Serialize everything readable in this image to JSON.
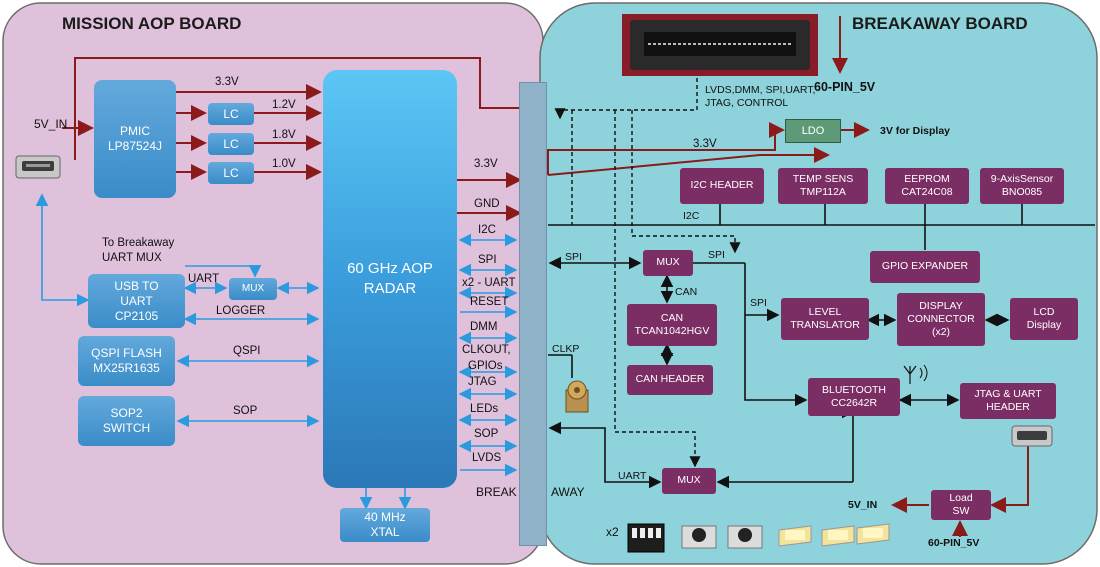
{
  "left_board": {
    "title": "MISSION AOP BOARD",
    "input_label": "5V_IN",
    "pmic": {
      "line1": "PMIC",
      "line2": "LP87524J"
    },
    "lc_boxes": [
      "LC",
      "LC",
      "LC"
    ],
    "rails": [
      "3.3V",
      "1.2V",
      "1.8V",
      "1.0V"
    ],
    "radar": {
      "line1": "60 GHz AOP",
      "line2": "RADAR"
    },
    "to_breakaway": {
      "line1": "To Breakaway",
      "line2": "UART MUX"
    },
    "usb_uart": {
      "line1": "USB TO",
      "line2": "UART",
      "line3": "CP2105"
    },
    "mux_label": "MUX",
    "uart_label": "UART",
    "logger_label": "LOGGER",
    "qspi_flash": {
      "line1": "QSPI FLASH",
      "line2": "MX25R1635"
    },
    "qspi_label": "QSPI",
    "sop2": {
      "line1": "SOP2",
      "line2": "SWITCH"
    },
    "sop_label": "SOP",
    "xtal": {
      "line1": "40 MHz",
      "line2": "XTAL"
    },
    "radar_signals": [
      "3.3V",
      "GND",
      "I2C",
      "SPI",
      "x2 - UART",
      "RESET",
      "DMM",
      "CLKOUT,",
      "GPIOs",
      "JTAG",
      "LEDs",
      "SOP",
      "LVDS"
    ],
    "break_label": "BREAK"
  },
  "right_board": {
    "title": "BREAKAWAY BOARD",
    "away_label": "AWAY",
    "connector_label": "60-PIN_5V",
    "connector_signals": {
      "line1": "LVDS,DMM, SPI,UART,",
      "line2": "JTAG, CONTROL"
    },
    "ldo": "LDO",
    "ldo_out": "3V for Display",
    "rail_33": "3.3V",
    "i2c_header": "I2C HEADER",
    "temp_sens": {
      "line1": "TEMP SENS",
      "line2": "TMP112A"
    },
    "eeprom": {
      "line1": "EEPROM",
      "line2": "CAT24C08"
    },
    "axis_sensor": {
      "line1": "9-AxisSensor",
      "line2": "BNO085"
    },
    "i2c_label": "I2C",
    "spi_label": "SPI",
    "mux_label": "MUX",
    "gpio_expander": "GPIO EXPANDER",
    "can_label": "CAN",
    "can_chip": {
      "line1": "CAN",
      "line2": "TCAN1042HGV"
    },
    "can_header": "CAN HEADER",
    "level_translator": {
      "line1": "LEVEL",
      "line2": "TRANSLATOR"
    },
    "display_connector": {
      "line1": "DISPLAY",
      "line2": "CONNECTOR",
      "line3": "(x2)"
    },
    "lcd_display": {
      "line1": "LCD",
      "line2": "Display"
    },
    "clkp_label": "CLKP",
    "bluetooth": {
      "line1": "BLUETOOTH",
      "line2": "CC2642R"
    },
    "jtag_uart_header": {
      "line1": "JTAG & UART",
      "line2": "HEADER"
    },
    "uart_label": "UART",
    "load_sw": {
      "line1": "Load",
      "line2": "SW"
    },
    "out_5v": "5V_IN",
    "in_60pin": "60-PIN_5V",
    "dip_count": "x2"
  },
  "colors": {
    "left_bg": "#dfc1dc",
    "right_bg": "#8ed3dc",
    "power_wire": "#8b1a1a",
    "signal_wire": "#2b9be0",
    "block_blue": "#4a9ad6",
    "block_plum": "#7b2e64"
  }
}
